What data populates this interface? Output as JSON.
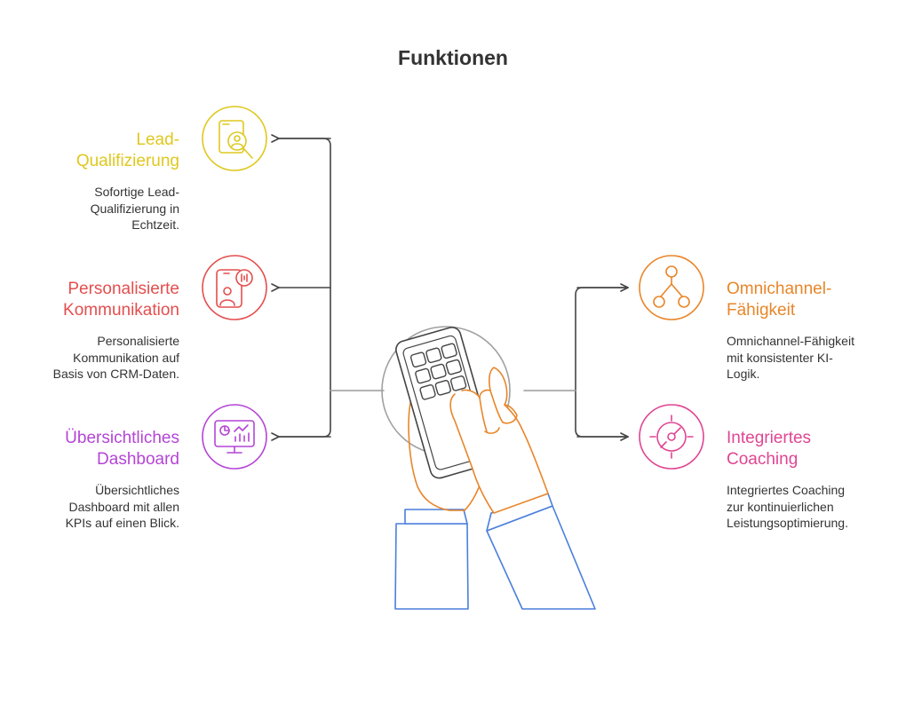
{
  "title": "Funktionen",
  "left_features": [
    {
      "heading_lines": [
        "Lead-",
        "Qualifizierung"
      ],
      "desc_lines": [
        "Sofortige Lead-",
        "Qualifizierung in",
        "Echtzeit."
      ],
      "color": "#DFC81E",
      "icon": "lead-search-icon"
    },
    {
      "heading_lines": [
        "Personalisierte",
        "Kommunikation"
      ],
      "desc_lines": [
        "Personalisierte",
        "Kommunikation auf",
        "Basis von CRM-Daten."
      ],
      "color": "#E44E4E",
      "icon": "chat-person-icon"
    },
    {
      "heading_lines": [
        "Übersichtliches",
        "Dashboard"
      ],
      "desc_lines": [
        "Übersichtliches",
        "Dashboard mit allen",
        "KPIs auf einen Blick."
      ],
      "color": "#B445D6",
      "icon": "monitor-chart-icon"
    }
  ],
  "right_features": [
    {
      "heading_lines": [
        "Omnichannel-",
        "Fähigkeit"
      ],
      "desc_lines": [
        "Omnichannel-Fähigkeit",
        "mit konsistenter KI-",
        "Logik."
      ],
      "color": "#E8862A",
      "icon": "network-nodes-icon"
    },
    {
      "heading_lines": [
        "Integriertes",
        "Coaching"
      ],
      "desc_lines": [
        "Integriertes Coaching",
        "zur kontinuierlichen",
        "Leistungsoptimierung."
      ],
      "color": "#E04592",
      "icon": "target-dial-icon"
    }
  ],
  "colors": {
    "lines": "#444444",
    "hand": "#E8862A",
    "sleeve": "#4A7FDC",
    "phone": "#444444",
    "circle": "#A0A0A0",
    "text": "#333333"
  }
}
